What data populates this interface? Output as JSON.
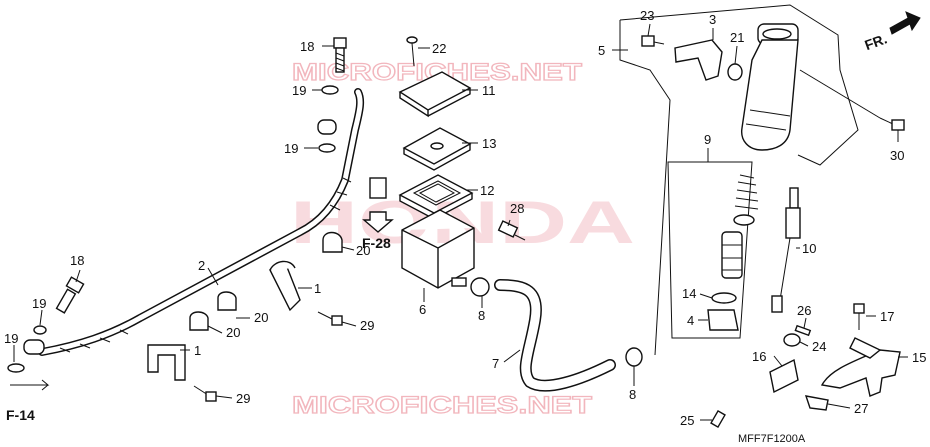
{
  "watermarks": {
    "top": "MICROFICHES.NET",
    "bottom": "MICROFICHES.NET",
    "center_logo": "HONDA"
  },
  "direction_arrow": {
    "label": "FR."
  },
  "references": {
    "f28": "F-28",
    "f14": "F-14"
  },
  "diagram_code": "MFF7F1200A",
  "callouts": {
    "c1a": "1",
    "c1b": "1",
    "c2": "2",
    "c3": "3",
    "c4": "4",
    "c5": "5",
    "c6": "6",
    "c7": "7",
    "c8a": "8",
    "c8b": "8",
    "c9": "9",
    "c10": "10",
    "c11": "11",
    "c12": "12",
    "c13": "13",
    "c14": "14",
    "c15": "15",
    "c16": "16",
    "c17": "17",
    "c18a": "18",
    "c18b": "18",
    "c19a": "19",
    "c19b": "19",
    "c19c": "19",
    "c19d": "19",
    "c20a": "20",
    "c20b": "20",
    "c20c": "20",
    "c21": "21",
    "c22": "22",
    "c23": "23",
    "c24": "24",
    "c25": "25",
    "c26": "26",
    "c27": "27",
    "c28": "28",
    "c29a": "29",
    "c29b": "29",
    "c30": "30"
  },
  "colors": {
    "line": "#111111",
    "watermark": "#f2b6bd",
    "reference": "#c8102e"
  }
}
